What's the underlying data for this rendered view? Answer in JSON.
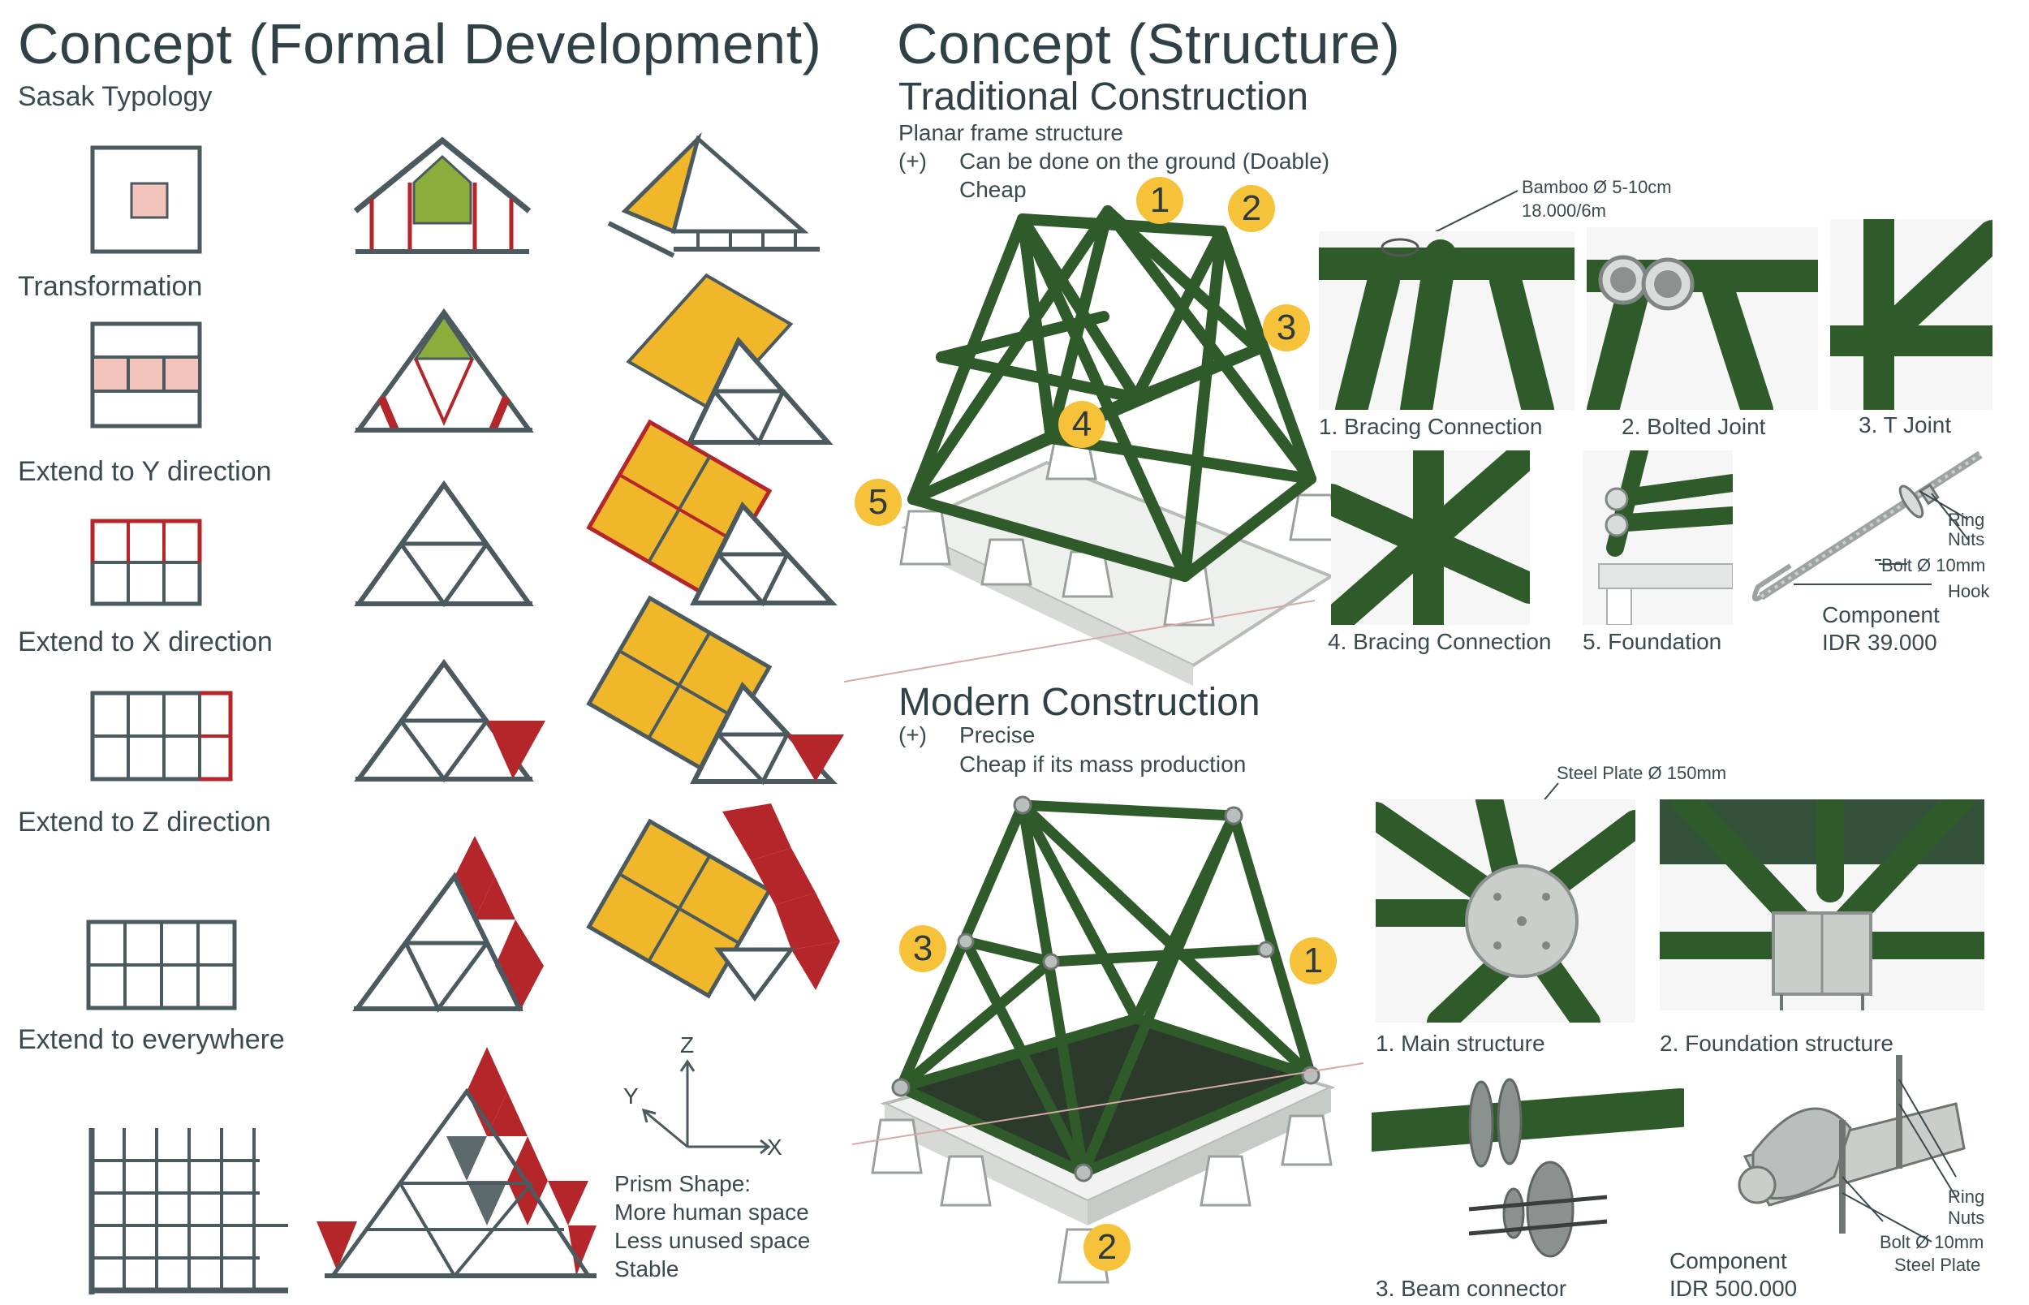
{
  "left": {
    "title": "Concept (Formal Development)",
    "rows": [
      {
        "label": "Sasak Typology"
      },
      {
        "label": "Transformation"
      },
      {
        "label": "Extend to Y direction"
      },
      {
        "label": "Extend to X direction"
      },
      {
        "label": "Extend to Z direction"
      },
      {
        "label": "Extend to  everywhere"
      }
    ],
    "axes": {
      "x": "X",
      "y": "Y",
      "z": "Z"
    },
    "prism_notes": [
      "Prism Shape:",
      "More human space",
      "Less unused space",
      "Stable"
    ]
  },
  "right": {
    "title": "Concept (Structure)",
    "traditional": {
      "heading": "Traditional Construction",
      "subheading": "Planar frame structure",
      "plus_marker": "(+)",
      "pros": [
        "Can be done on the ground (Doable)",
        "Cheap"
      ],
      "badges": [
        "1",
        "2",
        "3",
        "4",
        "5"
      ],
      "callout_spec": "Bamboo Ø 5-10cm",
      "callout_price": "18.000/6m",
      "details": [
        "1. Bracing Connection",
        "2. Bolted Joint",
        "3. T Joint",
        "4. Bracing Connection",
        "5. Foundation"
      ],
      "hardware_labels": [
        "Ring",
        "Nuts",
        "Bolt Ø 10mm",
        "Hook"
      ],
      "component_label": "Component",
      "component_price": "IDR 39.000"
    },
    "modern": {
      "heading": "Modern Construction",
      "plus_marker": "(+)",
      "pros": [
        "Precise",
        "Cheap if its mass production"
      ],
      "badges": [
        "1",
        "2",
        "3"
      ],
      "callout_spec": "Steel Plate Ø 150mm",
      "details": [
        "1. Main structure",
        "2. Foundation structure",
        "3. Beam connector"
      ],
      "hardware_labels": [
        "Ring",
        "Nuts",
        "Bolt Ø 10mm",
        "Steel Plate"
      ],
      "component_label": "Component",
      "component_price": "IDR 500.000"
    }
  },
  "colors": {
    "slate": "#4b5a5f",
    "red": "#b5262b",
    "yellow": "#f1b72a",
    "green": "#8aad3c",
    "pink": "#f2c4bc",
    "bamboo": "#2f5a2a",
    "badge": "#f5c23a"
  }
}
